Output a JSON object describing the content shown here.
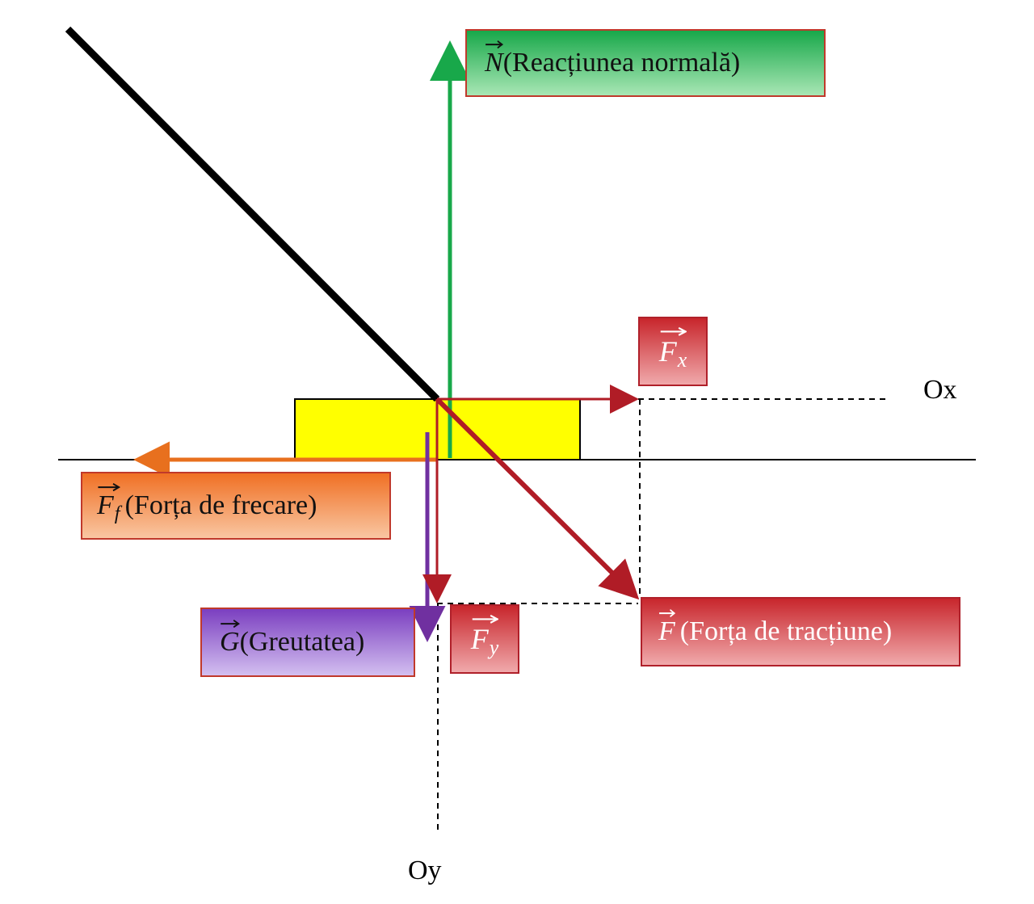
{
  "colors": {
    "normal": "#18a84a",
    "friction": "#e8701e",
    "weight": "#7030a0",
    "traction": "#b01c26",
    "block": "#ffff00",
    "rope": "#000000"
  },
  "axes": {
    "x_name": "Ox",
    "y_name": "Oy"
  },
  "labels": {
    "normal": {
      "symbol": "N",
      "text": "(Reacțiunea normală)"
    },
    "fx": {
      "symbol": "F",
      "subscript": "x"
    },
    "ff": {
      "symbol": "F",
      "subscript": "f",
      "text": "(Forța de frecare)"
    },
    "g": {
      "symbol": "G",
      "text": "(Greutatea)"
    },
    "fy": {
      "symbol": "F",
      "subscript": "y"
    },
    "f": {
      "symbol": "F",
      "text": "(Forța de tracțiune)"
    }
  }
}
